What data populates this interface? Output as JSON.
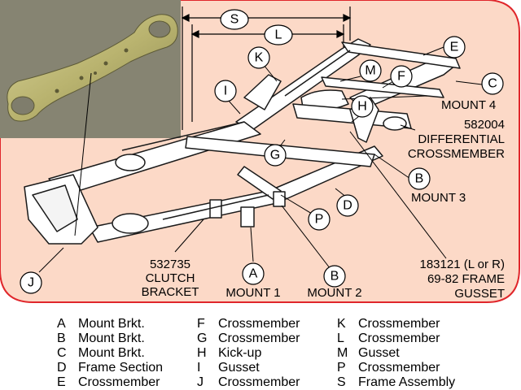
{
  "colors": {
    "panel_fill": "#fcd9c7",
    "panel_border": "#e0262b",
    "frame_fill": "#ffffff",
    "frame_line": "#1a1a1a",
    "photo_bg": "#7f7d6c",
    "photo_part": "#b9b36f"
  },
  "dimension_labels": {
    "S": "S",
    "L": "L"
  },
  "bubbles": {
    "E": "E",
    "C": "C",
    "M": "M",
    "F": "F",
    "K": "K",
    "I": "I",
    "H": "H",
    "G": "G",
    "B_right": "B",
    "D": "D",
    "P": "P",
    "A": "A",
    "B_bottom": "B",
    "J": "J"
  },
  "callouts": {
    "mount4": "MOUNT 4",
    "diff_number": "582004",
    "diff_line1": "DIFFERENTIAL",
    "diff_line2": "CROSSMEMBER",
    "mount3": "MOUNT 3",
    "clutch_number": "532735",
    "clutch_line1": "CLUTCH",
    "clutch_line2": "BRACKET",
    "mount1": "MOUNT 1",
    "mount2": "MOUNT 2",
    "gusset_number": "183121  (L or R)",
    "gusset_line1": "69-82 FRAME",
    "gusset_line2": "GUSSET"
  },
  "legend": {
    "columns": [
      [
        {
          "key": "A",
          "label": "Mount Brkt."
        },
        {
          "key": "B",
          "label": "Mount Brkt."
        },
        {
          "key": "C",
          "label": "Mount Brkt."
        },
        {
          "key": "D",
          "label": "Frame Section"
        },
        {
          "key": "E",
          "label": "Crossmember"
        }
      ],
      [
        {
          "key": "F",
          "label": "Crossmember"
        },
        {
          "key": "G",
          "label": "Crossmember"
        },
        {
          "key": "H",
          "label": "Kick-up"
        },
        {
          "key": "I",
          "label": "Gusset"
        },
        {
          "key": "J",
          "label": "Crossmember"
        }
      ],
      [
        {
          "key": "K",
          "label": "Crossmember"
        },
        {
          "key": "L",
          "label": "Crossmember"
        },
        {
          "key": "M",
          "label": "Gusset"
        },
        {
          "key": "P",
          "label": "Crossmember"
        },
        {
          "key": "S",
          "label": "Frame Assembly"
        }
      ]
    ]
  }
}
